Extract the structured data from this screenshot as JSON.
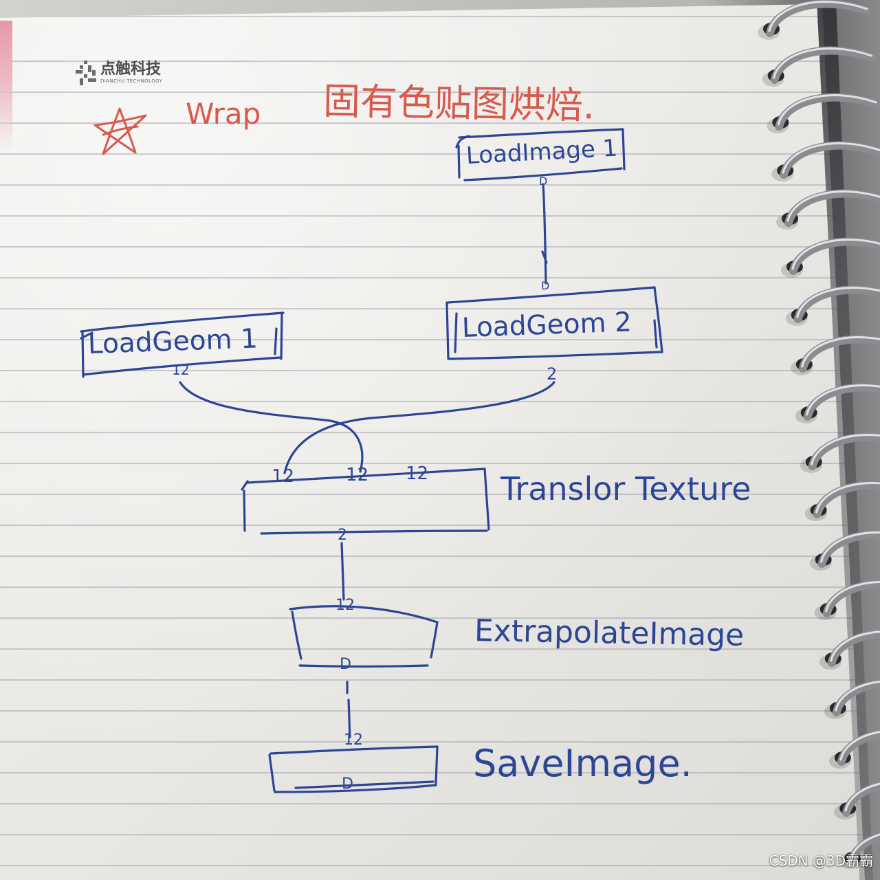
{
  "colors": {
    "paper": "#ebeae6",
    "rule": "#b9b9c0",
    "ink": "#2d4595",
    "heading": "#d65a4e",
    "logo": "#4d4d4f",
    "watermark": "#ffffff"
  },
  "icons": {
    "heading_mark": "star-icon",
    "logo": "logo-icon",
    "binding": "spiral-ring"
  },
  "logo": {
    "name": "点触科技",
    "tagline": "DIANCHU TECHNOLOGY"
  },
  "heading": {
    "app": "Wrap",
    "title": "固有色贴图烘焙."
  },
  "diagram": {
    "nodes": {
      "load_image_1": {
        "label": "LoadImage 1",
        "out_port": "D"
      },
      "load_geom_2": {
        "label": "LoadGeom 2",
        "in_port": "D",
        "out_port": "2"
      },
      "load_geom_1": {
        "label": "LoadGeom 1",
        "out_port": "12"
      },
      "transfer_texture": {
        "label": "Translor Texture",
        "in_ports": [
          "12",
          "12",
          "12"
        ],
        "out_port": "2"
      },
      "extrapolate_image": {
        "label": "ExtrapolateImage",
        "in_port": "12",
        "out_port": "D"
      },
      "save_image": {
        "label": "SaveImage.",
        "in_port": "12",
        "out_port": "D"
      }
    }
  },
  "watermark": "CSDN @3D霸霸"
}
